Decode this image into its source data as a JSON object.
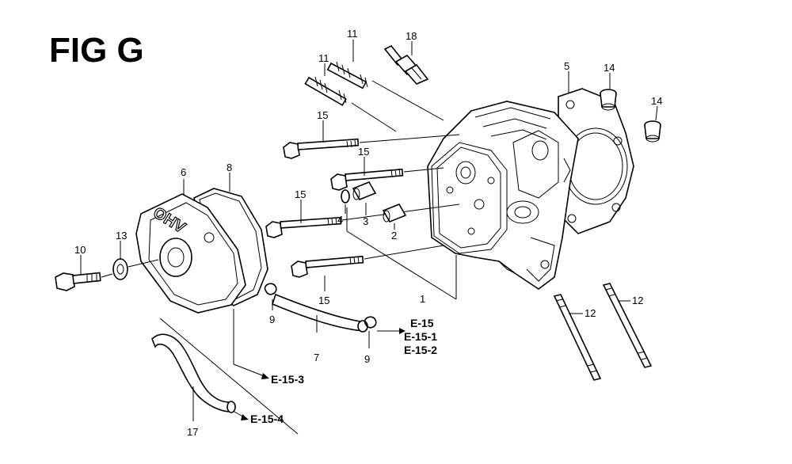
{
  "figure": {
    "title": "FIG G"
  },
  "part_numbers": {
    "p1": "1",
    "p2": "2",
    "p3": "3",
    "p4": "4",
    "p5": "5",
    "p6": "6",
    "p7": "7",
    "p8": "8",
    "p9a": "9",
    "p9b": "9",
    "p10": "10",
    "p11a": "11",
    "p11b": "11",
    "p12a": "12",
    "p12b": "12",
    "p13": "13",
    "p14a": "14",
    "p14b": "14",
    "p15a": "15",
    "p15b": "15",
    "p15c": "15",
    "p15d": "15",
    "p17": "17",
    "p18": "18"
  },
  "references": {
    "e15": "E-15",
    "e15_1": "E-15-1",
    "e15_2": "E-15-2",
    "e15_3": "E-15-3",
    "e15_4": "E-15-4"
  },
  "embossed_text": "OHV"
}
